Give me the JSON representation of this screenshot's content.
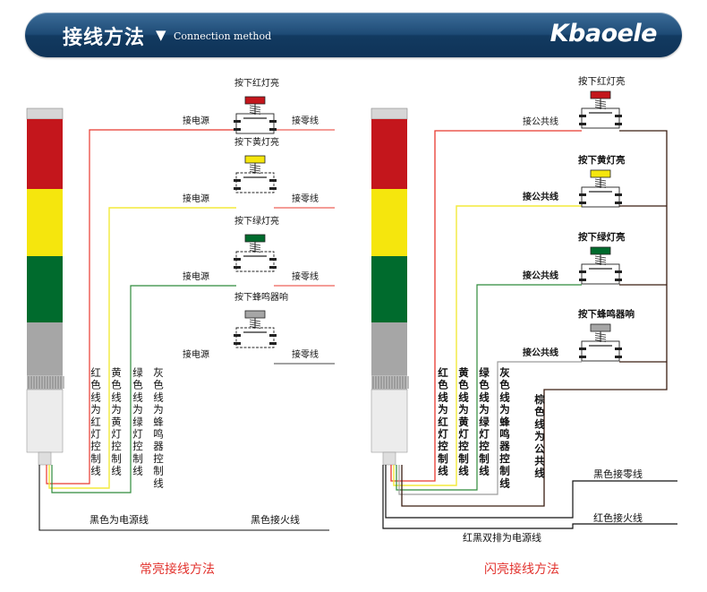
{
  "header": {
    "title": "接线方法",
    "subtitle": "Connection method",
    "logo": "Kbaoele",
    "arrow_icon": "triangle-down-icon"
  },
  "colors": {
    "red": "#c4161c",
    "yellow": "#f5e60d",
    "green": "#006b2d",
    "gray": "#a6a6a6",
    "wire_red": "#e8392f",
    "wire_yellow": "#f3ea3a",
    "wire_green": "#2f8b3b",
    "wire_gray": "#9c9c9c",
    "caption": "#e2322d",
    "banner": "#1e4b76"
  },
  "left_diagram": {
    "caption": "常亮接线方法",
    "switches": [
      {
        "label": "按下红灯亮",
        "left": "接电源",
        "right": "接零线"
      },
      {
        "label": "按下黄灯亮",
        "left": "接电源",
        "right": "接零线"
      },
      {
        "label": "按下绿灯亮",
        "left": "接电源",
        "right": "接零线"
      },
      {
        "label": "按下蜂鸣器响",
        "left": "接电源",
        "right": "接零线"
      }
    ],
    "vertical_labels": [
      "红色线为红灯控制线",
      "黄色线为黄灯控制线",
      "绿色线为绿灯控制线",
      "灰色线为蜂鸣器控制线"
    ],
    "bottom_left": "黑色为电源线",
    "bottom_right": "黑色接火线"
  },
  "right_diagram": {
    "caption": "闪亮接线方法",
    "switches": [
      {
        "label": "按下红灯亮",
        "left": "接公共线"
      },
      {
        "label": "按下黄灯亮",
        "left": "接公共线"
      },
      {
        "label": "按下绿灯亮",
        "left": "接公共线"
      },
      {
        "label": "按下蜂鸣器响",
        "left": "接公共线"
      }
    ],
    "vertical_labels": [
      "红色线为红灯控制线",
      "黄色线为黄灯控制线",
      "绿色线为绿灯控制线",
      "灰色线为蜂鸣器控制线",
      "棕色线为公共线"
    ],
    "neutral_label": "黑色接零线",
    "live_label": "红色接火线",
    "bottom_label": "红黑双排为电源线"
  }
}
